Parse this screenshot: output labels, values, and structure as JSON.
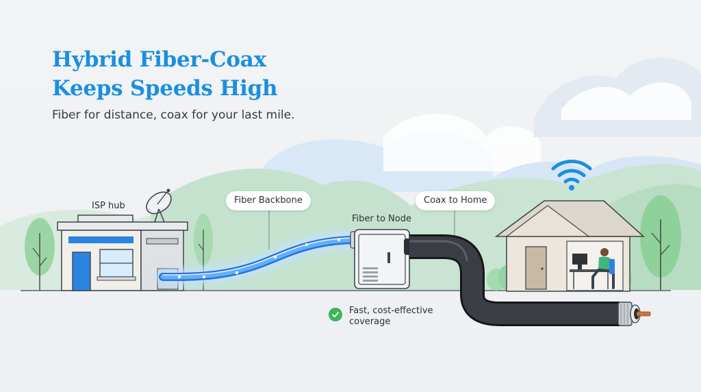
{
  "header": {
    "title_line1": "Hybrid Fiber-Coax",
    "title_line2": "Keeps Speeds High",
    "subtitle": "Fiber for distance, coax for your last mile."
  },
  "labels": {
    "isp_hub": "ISP hub",
    "fiber_backbone": "Fiber Backbone",
    "fiber_to_node": "Fiber to Node",
    "coax_to_home": "Coax to Home"
  },
  "benefit": {
    "text": "Fast, cost-effective coverage",
    "icon": "check-icon"
  },
  "icons": [
    "satellite-dish-icon",
    "wifi-icon",
    "check-icon"
  ],
  "colors": {
    "title": "#1a8fe0",
    "fiber": "#3a8ef0",
    "fiber_glow": "#bfe3ff",
    "coax": "#2b2e33",
    "check": "#3cb55a",
    "hills": "#bfe0c8",
    "trees": "#8fd19a"
  }
}
